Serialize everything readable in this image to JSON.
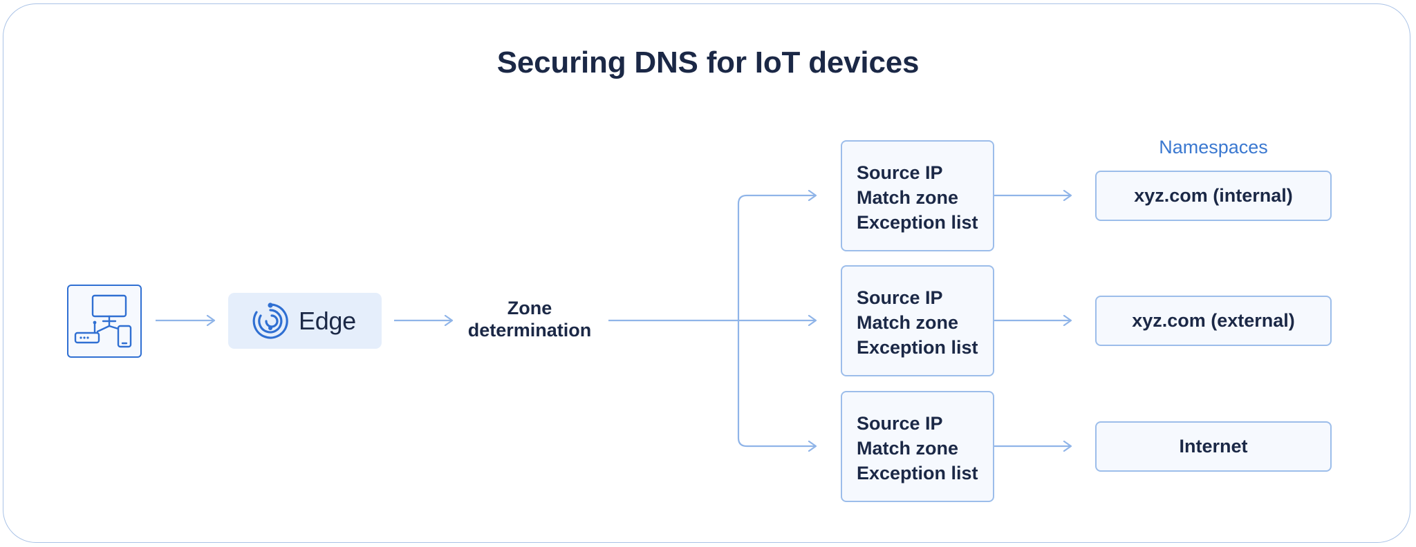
{
  "title": "Securing DNS for IoT devices",
  "edge": {
    "label": "Edge",
    "icon": "edge-logo-icon"
  },
  "zone": {
    "line1": "Zone",
    "line2": "determination"
  },
  "rules": [
    {
      "lines": [
        "Source IP",
        "Match zone",
        "Exception list"
      ]
    },
    {
      "lines": [
        "Source IP",
        "Match zone",
        "Exception list"
      ]
    },
    {
      "lines": [
        "Source IP",
        "Match zone",
        "Exception list"
      ]
    }
  ],
  "namespaces": {
    "heading": "Namespaces",
    "items": [
      "xyz.com (internal)",
      "xyz.com (external)",
      "Internet"
    ]
  },
  "colors": {
    "frame": "#a9c2e6",
    "connector": "#8fb4e8",
    "accent": "#2f6fd2",
    "text": "#1b2846",
    "heading_blue": "#3a78d0"
  }
}
